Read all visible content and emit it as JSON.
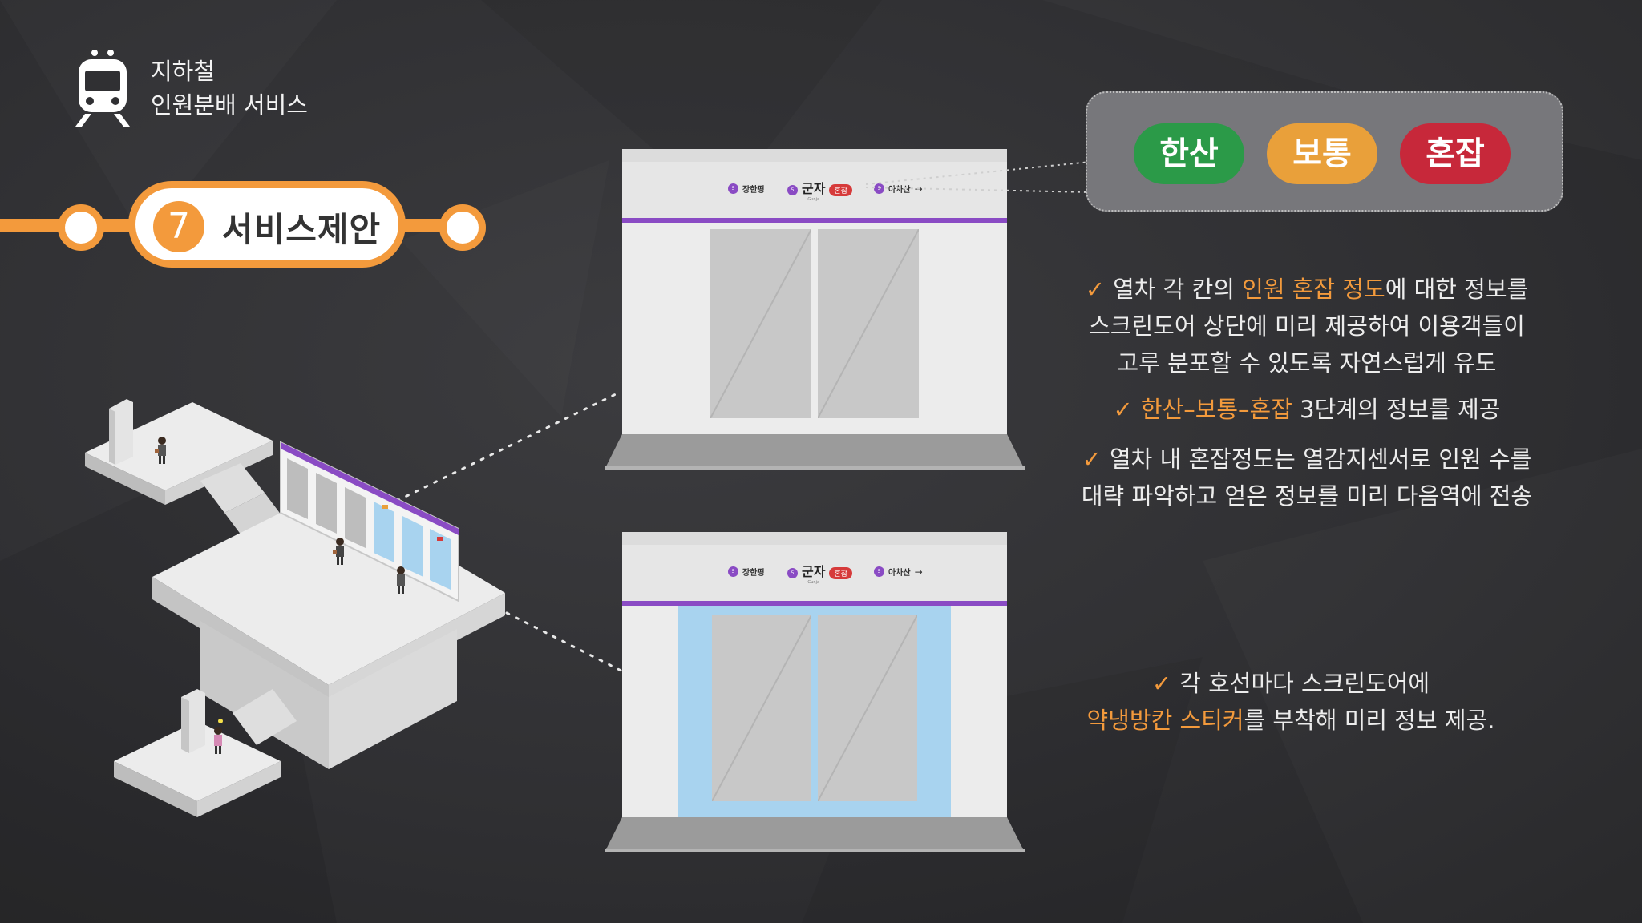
{
  "header": {
    "title_line1": "지하철",
    "title_line2": "인원분배 서비스"
  },
  "section": {
    "number": "7",
    "label": "서비스제안"
  },
  "doors": {
    "station_left": "장한평",
    "station_current": "군자",
    "station_current_en": "Gunja",
    "station_right": "아차산",
    "line_number": "5호선",
    "door1_badge": "혼잡",
    "door2_badge": "혼잡"
  },
  "congestion_levels": [
    {
      "label": "한산",
      "color": "#2b9a48"
    },
    {
      "label": "보통",
      "color": "#e9a03a"
    },
    {
      "label": "혼잡",
      "color": "#c7283a"
    }
  ],
  "bullets": {
    "b1_pre": "열차 각 칸의 ",
    "b1_hl": "인원 혼잡 정도",
    "b1_post": "에 대한 정보를",
    "b1_line2": "스크린도어 상단에 미리 제공하여 이용객들이",
    "b1_line3": "고루 분포할 수 있도록 자연스럽게 유도",
    "b2_hl": "한산–보통–혼잡",
    "b2_post": " 3단계의 정보를 제공",
    "b3_line1": "열차 내 혼잡정도는 열감지센서로 인원 수를",
    "b3_line2": "대략 파악하고 얻은 정보를 미리 다음역에 전송",
    "b4_line1": "각 호선마다 스크린도어에",
    "b4_hl": "약냉방칸 스티커",
    "b4_post": "를 부착해 미리 정보 제공."
  },
  "colors": {
    "accent": "#f39a3c",
    "line_purple": "#8a4bc4",
    "cool_blue": "#a8d3ef"
  },
  "icons": [
    "train-icon",
    "check-icon",
    "arrow-right-icon"
  ]
}
